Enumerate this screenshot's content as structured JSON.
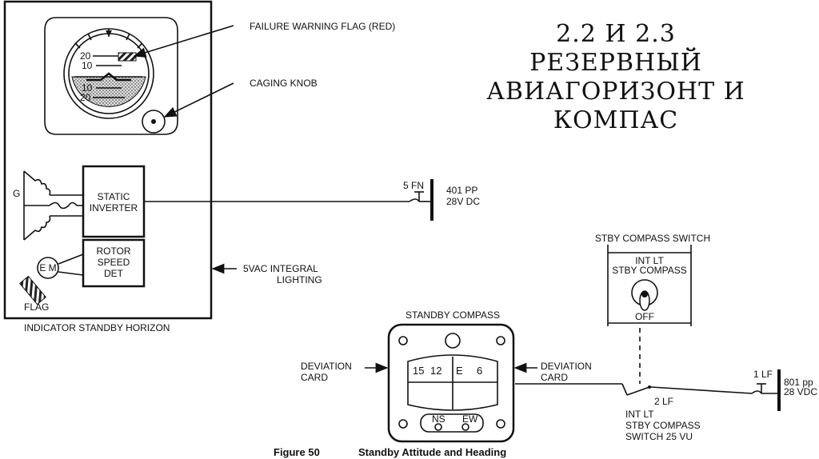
{
  "slide_title": {
    "line1": "2.2 И 2.3",
    "line2": "РЕЗЕРВНЫЙ",
    "line3": "АВИАГОРИЗОНТ И",
    "line4": "КОМПАС"
  },
  "horizon": {
    "failure_flag_label": "FAILURE WARNING FLAG (RED)",
    "caging_knob_label": "CAGING KNOB",
    "static_inverter_l1": "STATIC",
    "static_inverter_l2": "INVERTER",
    "rotor_l1": "ROTOR",
    "rotor_l2": "SPEED",
    "rotor_l3": "DET",
    "g_label": "G",
    "em_label": "E M",
    "flag_label": "FLAG",
    "indicator_label": "INDICATOR STANDBY HORIZON",
    "pitch_marks": [
      "20",
      "10",
      "10",
      "20"
    ],
    "lighting_l1": "5VAC  INTEGRAL",
    "lighting_l2": "LIGHTING"
  },
  "power": {
    "cb_5fn": "5 FN",
    "bus_401_l1": "401 PP",
    "bus_401_l2": "28V DC",
    "cb_1lf": "1 LF",
    "bus_801_l1": "801 pp",
    "bus_801_l2": "28 VDC",
    "switch_2lf": "2 LF",
    "int_lt_l1": "INT LT",
    "int_lt_l2": "STBY COMPASS",
    "int_lt_l3": "SWITCH 25 VU"
  },
  "compass_switch": {
    "title": "STBY COMPASS SWITCH",
    "l1": "INT LT",
    "l2": "STBY COMPASS",
    "off": "OFF"
  },
  "compass": {
    "title": "STANDBY COMPASS",
    "dev_left_l1": "DEVIATION",
    "dev_left_l2": "CARD",
    "dev_right_l1": "DEVIATION",
    "dev_right_l2": "CARD",
    "card_marks": [
      "15",
      "12",
      "E",
      "6"
    ],
    "ns": "NS",
    "ew": "EW"
  },
  "figure": {
    "number": "Figure  50",
    "caption": "Standby Attitude and Heading"
  }
}
